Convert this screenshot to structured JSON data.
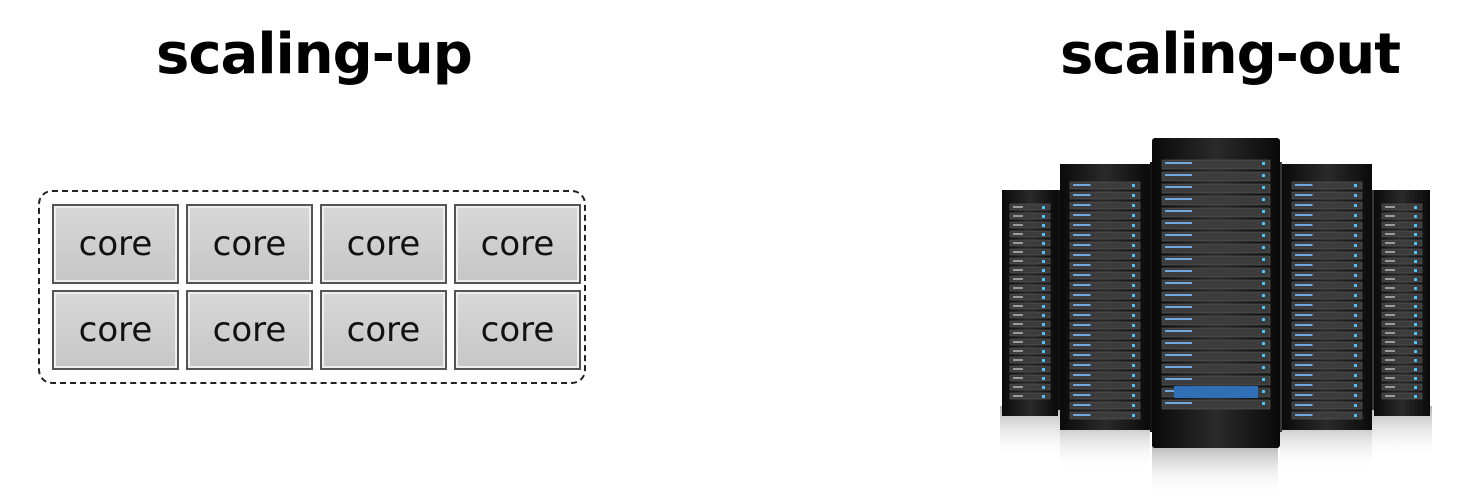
{
  "left": {
    "title": "scaling-up",
    "core_label": "core",
    "cores": [
      "core",
      "core",
      "core",
      "core",
      "core",
      "core",
      "core",
      "core"
    ]
  },
  "right": {
    "title": "scaling-out",
    "image_icon": "server-racks-icon"
  }
}
